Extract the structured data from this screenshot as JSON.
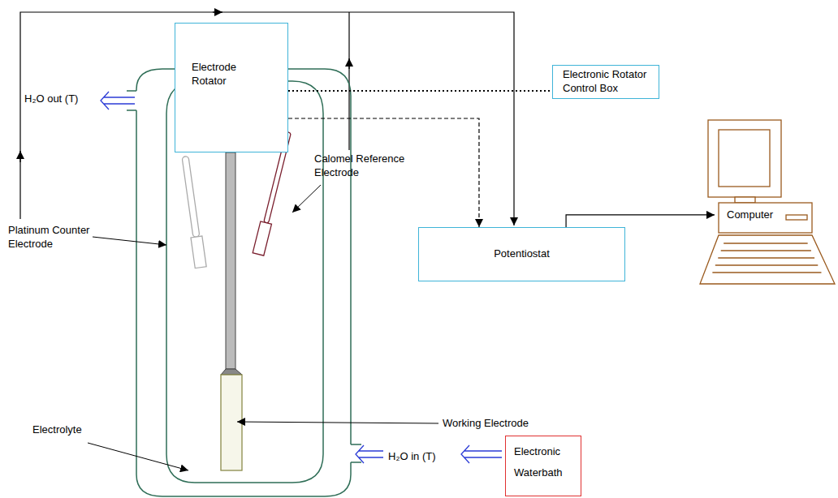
{
  "diagram": {
    "nodes": [
      {
        "text": [
          "Electrode Rotator"
        ]
      },
      {
        "text": [
          "Electronic Rotator Control Box"
        ]
      },
      {
        "text": [
          "Potentiostat"
        ]
      },
      {
        "text": [
          "Computer"
        ]
      },
      {
        "text": [
          "Electronic Waterbath"
        ]
      }
    ],
    "edges": [
      {
        "from": 0,
        "to": 1,
        "arrow": "none"
      },
      {
        "from": 0,
        "to": 2,
        "arrow": "to"
      },
      {
        "from": 2,
        "to": 3,
        "arrow": "to"
      }
    ],
    "labels": [
      "Calomel Reference Electrode",
      "Platinum Counter Electrode",
      "H₂O out (T)",
      "Working Electrode",
      "Electrolyte",
      "H₂O in (T)"
    ]
  }
}
